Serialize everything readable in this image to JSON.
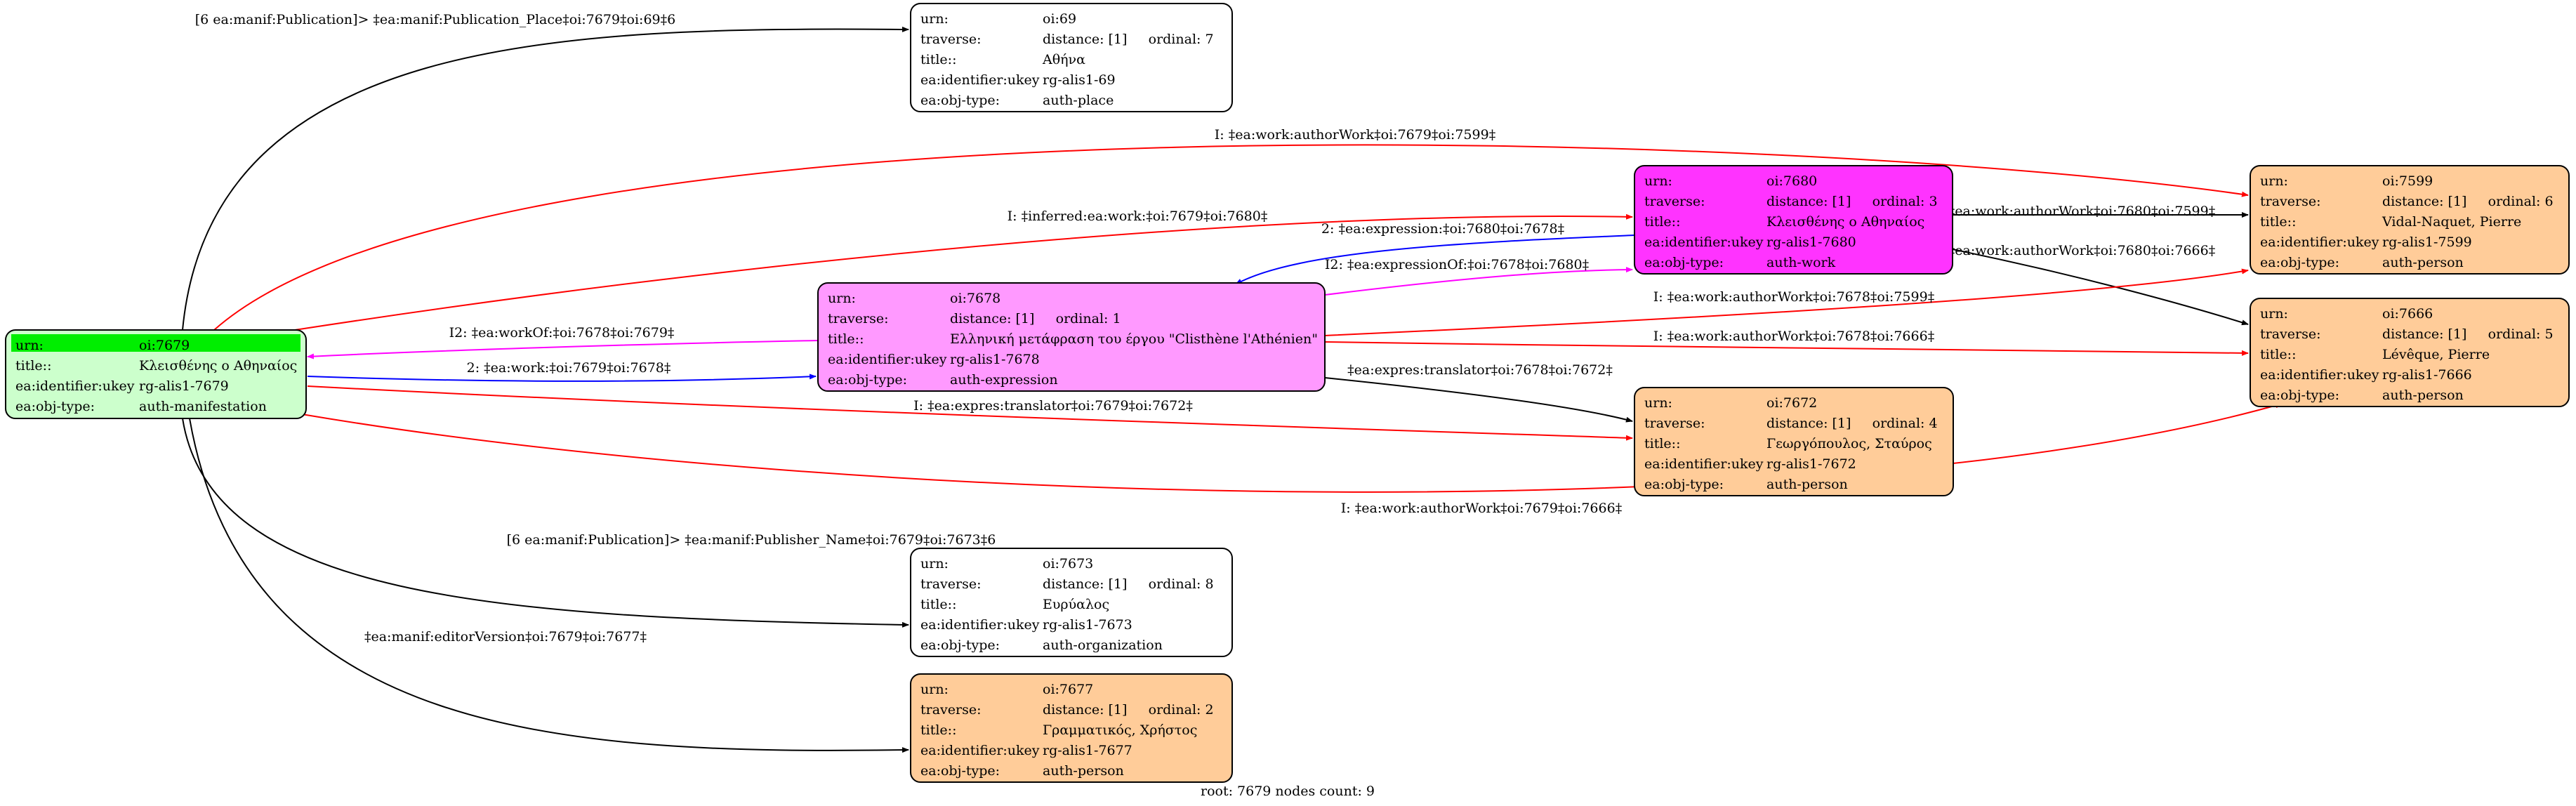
{
  "footer": "root: 7679 nodes count: 9",
  "nodes": [
    {
      "id": "n7679",
      "fill": "#ccffcc",
      "header_fill": "#00ee00",
      "rows": [
        [
          "urn:",
          "oi:7679"
        ],
        [
          "title::",
          "Κλεισθένης ο Αθηναίος"
        ],
        [
          "ea:identifier:ukey",
          "rg-alis1-7679"
        ],
        [
          "ea:obj-type:",
          "auth-manifestation"
        ]
      ]
    },
    {
      "id": "n69",
      "fill": "#ffffff",
      "rows": [
        [
          "urn:",
          "oi:69"
        ],
        [
          "traverse:",
          "distance: [1]     ordinal: 7"
        ],
        [
          "title::",
          "Αθήνα"
        ],
        [
          "ea:identifier:ukey",
          "rg-alis1-69"
        ],
        [
          "ea:obj-type:",
          "auth-place"
        ]
      ]
    },
    {
      "id": "n7680",
      "fill": "#ff33ff",
      "rows": [
        [
          "urn:",
          "oi:7680"
        ],
        [
          "traverse:",
          "distance: [1]     ordinal: 3"
        ],
        [
          "title::",
          "Κλεισθένης ο Αθηναίος"
        ],
        [
          "ea:identifier:ukey",
          "rg-alis1-7680"
        ],
        [
          "ea:obj-type:",
          "auth-work"
        ]
      ]
    },
    {
      "id": "n7599",
      "fill": "#ffcc99",
      "rows": [
        [
          "urn:",
          "oi:7599"
        ],
        [
          "traverse:",
          "distance: [1]     ordinal: 6"
        ],
        [
          "title::",
          "Vidal-Naquet, Pierre"
        ],
        [
          "ea:identifier:ukey",
          "rg-alis1-7599"
        ],
        [
          "ea:obj-type:",
          "auth-person"
        ]
      ]
    },
    {
      "id": "n7678",
      "fill": "#ff99ff",
      "rows": [
        [
          "urn:",
          "oi:7678"
        ],
        [
          "traverse:",
          "distance: [1]     ordinal: 1"
        ],
        [
          "title::",
          "Ελληνική μετάφραση του έργου \"Clisthène l'Athénien\""
        ],
        [
          "ea:identifier:ukey",
          "rg-alis1-7678"
        ],
        [
          "ea:obj-type:",
          "auth-expression"
        ]
      ]
    },
    {
      "id": "n7666",
      "fill": "#ffcc99",
      "rows": [
        [
          "urn:",
          "oi:7666"
        ],
        [
          "traverse:",
          "distance: [1]     ordinal: 5"
        ],
        [
          "title::",
          "Lévêque, Pierre"
        ],
        [
          "ea:identifier:ukey",
          "rg-alis1-7666"
        ],
        [
          "ea:obj-type:",
          "auth-person"
        ]
      ]
    },
    {
      "id": "n7672",
      "fill": "#ffcc99",
      "rows": [
        [
          "urn:",
          "oi:7672"
        ],
        [
          "traverse:",
          "distance: [1]     ordinal: 4"
        ],
        [
          "title::",
          "Γεωργόπουλος, Σταύρος"
        ],
        [
          "ea:identifier:ukey",
          "rg-alis1-7672"
        ],
        [
          "ea:obj-type:",
          "auth-person"
        ]
      ]
    },
    {
      "id": "n7673",
      "fill": "#ffffff",
      "rows": [
        [
          "urn:",
          "oi:7673"
        ],
        [
          "traverse:",
          "distance: [1]     ordinal: 8"
        ],
        [
          "title::",
          "Ευρύαλος"
        ],
        [
          "ea:identifier:ukey",
          "rg-alis1-7673"
        ],
        [
          "ea:obj-type:",
          "auth-organization"
        ]
      ]
    },
    {
      "id": "n7677",
      "fill": "#ffcc99",
      "rows": [
        [
          "urn:",
          "oi:7677"
        ],
        [
          "traverse:",
          "distance: [1]     ordinal: 2"
        ],
        [
          "title::",
          "Γραμματικός, Χρήστος"
        ],
        [
          "ea:identifier:ukey",
          "rg-alis1-7677"
        ],
        [
          "ea:obj-type:",
          "auth-person"
        ]
      ]
    }
  ],
  "edges": [
    {
      "id": "e1",
      "color": "#000000",
      "label": "[6 ea:manif:Publication]> ‡ea:manif:Publication_Place‡oi:7679‡oi:69‡6"
    },
    {
      "id": "e2",
      "color": "#ff0000",
      "label": "I: ‡ea:work:authorWork‡oi:7679‡oi:7599‡"
    },
    {
      "id": "e3",
      "color": "#ff0000",
      "label": "I: ‡inferred:ea:work:‡oi:7679‡oi:7680‡"
    },
    {
      "id": "e4",
      "color": "#0000ff",
      "label": "2: ‡ea:expression:‡oi:7680‡oi:7678‡"
    },
    {
      "id": "e5",
      "color": "#ff00ff",
      "label": "I2: ‡ea:expressionOf:‡oi:7678‡oi:7680‡"
    },
    {
      "id": "e6",
      "color": "#ff00ff",
      "label": "I2: ‡ea:workOf:‡oi:7678‡oi:7679‡"
    },
    {
      "id": "e7",
      "color": "#0000ff",
      "label": "2: ‡ea:work:‡oi:7679‡oi:7678‡"
    },
    {
      "id": "e8",
      "color": "#000000",
      "label": "‡ea:work:authorWork‡oi:7680‡oi:7599‡"
    },
    {
      "id": "e9",
      "color": "#000000",
      "label": "‡ea:work:authorWork‡oi:7680‡oi:7666‡"
    },
    {
      "id": "e10",
      "color": "#ff0000",
      "label": "I: ‡ea:work:authorWork‡oi:7678‡oi:7599‡"
    },
    {
      "id": "e11",
      "color": "#ff0000",
      "label": "I: ‡ea:work:authorWork‡oi:7678‡oi:7666‡"
    },
    {
      "id": "e12",
      "color": "#000000",
      "label": "‡ea:expres:translator‡oi:7678‡oi:7672‡"
    },
    {
      "id": "e13",
      "color": "#ff0000",
      "label": "I: ‡ea:expres:translator‡oi:7679‡oi:7672‡"
    },
    {
      "id": "e14",
      "color": "#ff0000",
      "label": "I: ‡ea:work:authorWork‡oi:7679‡oi:7666‡"
    },
    {
      "id": "e15",
      "color": "#000000",
      "label": "[6 ea:manif:Publication]> ‡ea:manif:Publisher_Name‡oi:7679‡oi:7673‡6"
    },
    {
      "id": "e16",
      "color": "#000000",
      "label": "‡ea:manif:editorVersion‡oi:7679‡oi:7677‡"
    }
  ]
}
